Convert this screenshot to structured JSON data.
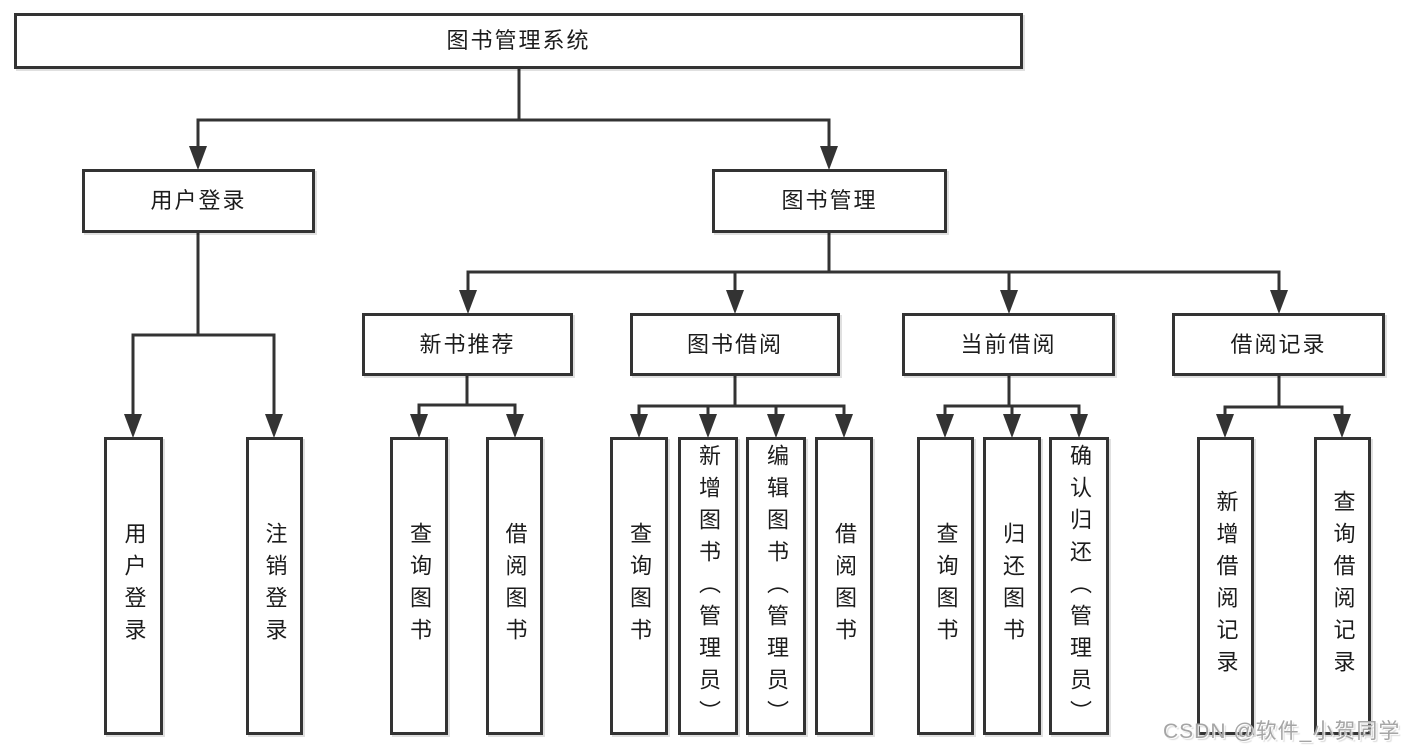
{
  "diagram": {
    "root": {
      "label": "图书管理系统"
    },
    "branches": [
      {
        "label": "用户登录",
        "children": [
          {
            "label": "用户登录"
          },
          {
            "label": "注销登录"
          }
        ]
      },
      {
        "label": "图书管理",
        "children": [
          {
            "label": "新书推荐",
            "children": [
              {
                "label": "查询图书"
              },
              {
                "label": "借阅图书"
              }
            ]
          },
          {
            "label": "图书借阅",
            "children": [
              {
                "label": "查询图书"
              },
              {
                "label": "新增图书（管理员）"
              },
              {
                "label": "编辑图书（管理员）"
              },
              {
                "label": "借阅图书"
              }
            ]
          },
          {
            "label": "当前借阅",
            "children": [
              {
                "label": "查询图书"
              },
              {
                "label": "归还图书"
              },
              {
                "label": "确认归还（管理员）"
              }
            ]
          },
          {
            "label": "借阅记录",
            "children": [
              {
                "label": "新增借阅记录"
              },
              {
                "label": "查询借阅记录"
              }
            ]
          }
        ]
      }
    ]
  },
  "watermark": {
    "text": "CSDN @软件_小贺同学"
  },
  "colors": {
    "line": "#333333",
    "text": "#1c1c1c",
    "background": "#ffffff",
    "watermark": "#a5a5a5"
  }
}
